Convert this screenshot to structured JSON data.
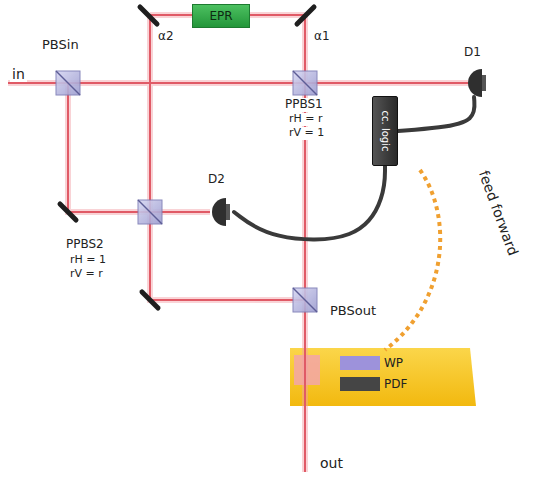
{
  "diagram": {
    "nodes": [
      {
        "text": [
          "EPR"
        ]
      },
      {
        "text": [
          "D1"
        ]
      },
      {
        "text": [
          "cc. logic"
        ]
      },
      {
        "text": [
          "D2"
        ]
      },
      {
        "text": [
          "WP"
        ]
      },
      {
        "text": [
          "PDF"
        ]
      }
    ],
    "edges": [
      {
        "from": 1,
        "to": 2,
        "arrow": "none"
      },
      {
        "from": 3,
        "to": 2,
        "arrow": "none"
      }
    ],
    "labels": [
      "in",
      "PBSin",
      "α2",
      "α1",
      "PPBS1",
      "rH = r",
      "rV = 1",
      "PPBS2",
      "rH = 1",
      "rV = r",
      "PBSout",
      "feed forward",
      "out"
    ]
  }
}
